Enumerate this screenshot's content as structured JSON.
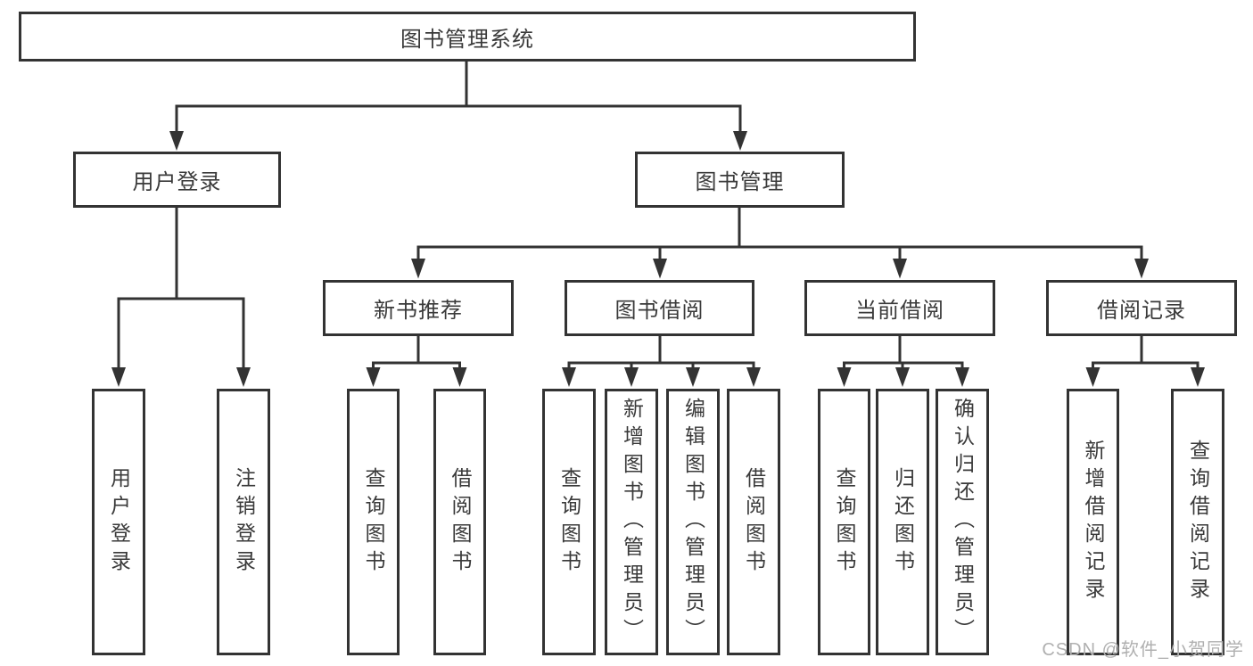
{
  "tree": {
    "label": "图书管理系统",
    "children": [
      {
        "label": "用户登录",
        "children": [
          {
            "label": "用户登录"
          },
          {
            "label": "注销登录"
          }
        ]
      },
      {
        "label": "图书管理",
        "children": [
          {
            "label": "新书推荐",
            "children": [
              {
                "label": "查询图书"
              },
              {
                "label": "借阅图书"
              }
            ]
          },
          {
            "label": "图书借阅",
            "children": [
              {
                "label": "查询图书"
              },
              {
                "label": "新增图书（管理员）"
              },
              {
                "label": "编辑图书（管理员）"
              },
              {
                "label": "借阅图书"
              }
            ]
          },
          {
            "label": "当前借阅",
            "children": [
              {
                "label": "查询图书"
              },
              {
                "label": "归还图书"
              },
              {
                "label": "确认归还（管理员）"
              }
            ]
          },
          {
            "label": "借阅记录",
            "children": [
              {
                "label": "新增借阅记录"
              },
              {
                "label": "查询借阅记录"
              }
            ]
          }
        ]
      }
    ]
  },
  "watermark": {
    "text": "CSDN @软件_小贺同学"
  },
  "colors": {
    "line": "#333333",
    "text": "#3a3a3a",
    "background": "#ffffff",
    "watermark": "#b0b0b0"
  }
}
